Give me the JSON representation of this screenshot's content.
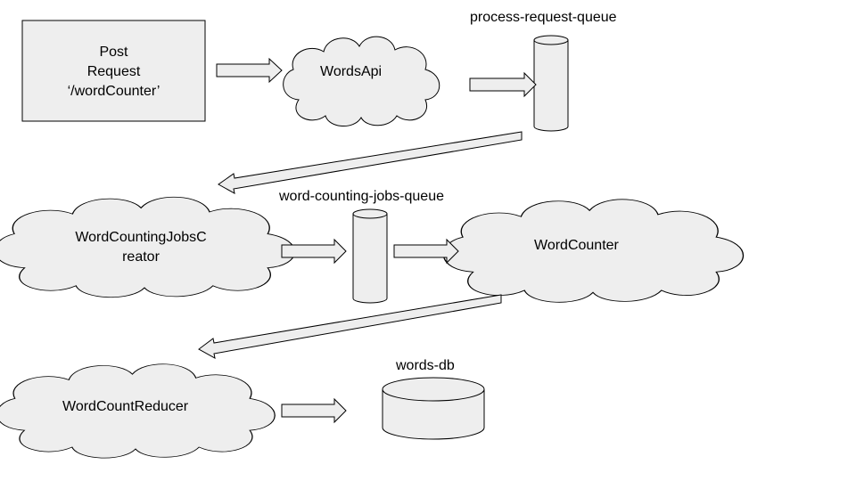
{
  "request_box": {
    "text": "Post\nRequest\n‘/wordCounter’"
  },
  "services": {
    "words_api": "WordsApi",
    "jobs_creator": "WordCountingJobsC\nreator",
    "word_counter": "WordCounter",
    "reducer": "WordCountReducer"
  },
  "queues": {
    "process_request": "process-request-queue",
    "word_counting_jobs": "word-counting-jobs-queue"
  },
  "database": {
    "label": "words-db"
  },
  "colors": {
    "shape_fill": "#eeeeee",
    "stroke": "#000000",
    "background": "#ffffff"
  }
}
